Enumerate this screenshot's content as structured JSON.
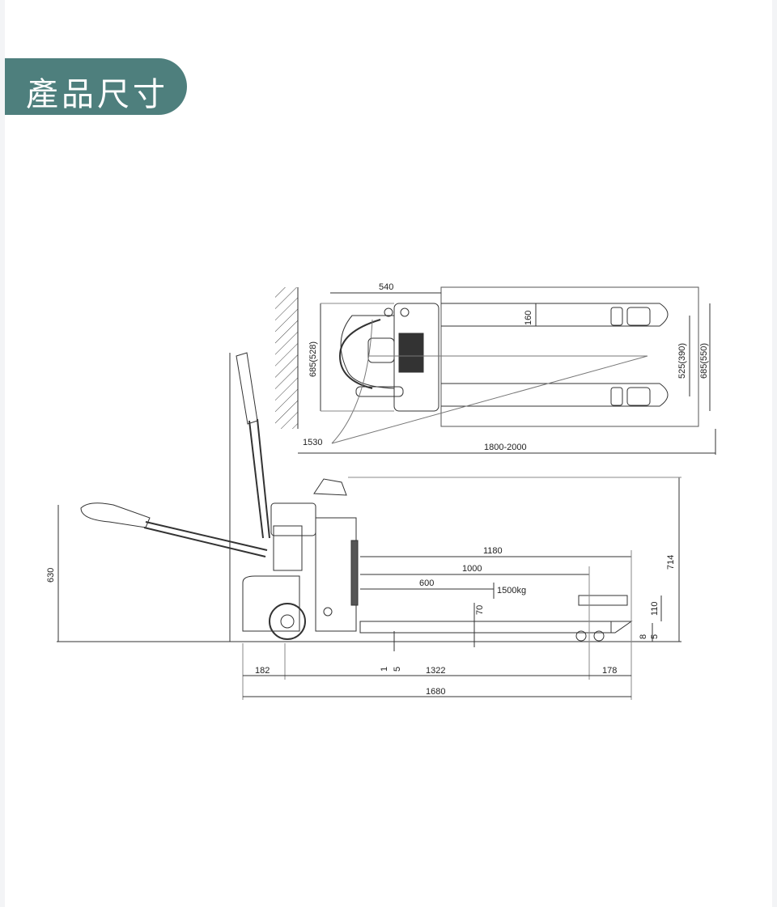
{
  "header": {
    "title": "產品尺寸"
  },
  "top_view": {
    "dims": {
      "body_length": "540",
      "fork_width": "160",
      "overall_width_left": "685(528)",
      "fork_spread": "525(390)",
      "overall_width_right": "685(550)",
      "turning_radius": "1530",
      "overall_length": "1800-2000"
    }
  },
  "side_view": {
    "dims": {
      "tiller_height_lowered": "630",
      "overall_height": "714",
      "fork_length": "1180",
      "span_1000": "1000",
      "load_center": "600",
      "capacity": "1500kg",
      "lift_height": "70",
      "fork_height": "110",
      "lowered_height": "8",
      "lowered_height_sub": "5",
      "ground_clearance_a": "1",
      "ground_clearance_b": "5",
      "drive_section": "182",
      "wheelbase": "1322",
      "fork_tip": "178",
      "overall_length": "1680"
    }
  },
  "colors": {
    "accent": "#4e7f7d",
    "line": "#333333"
  }
}
